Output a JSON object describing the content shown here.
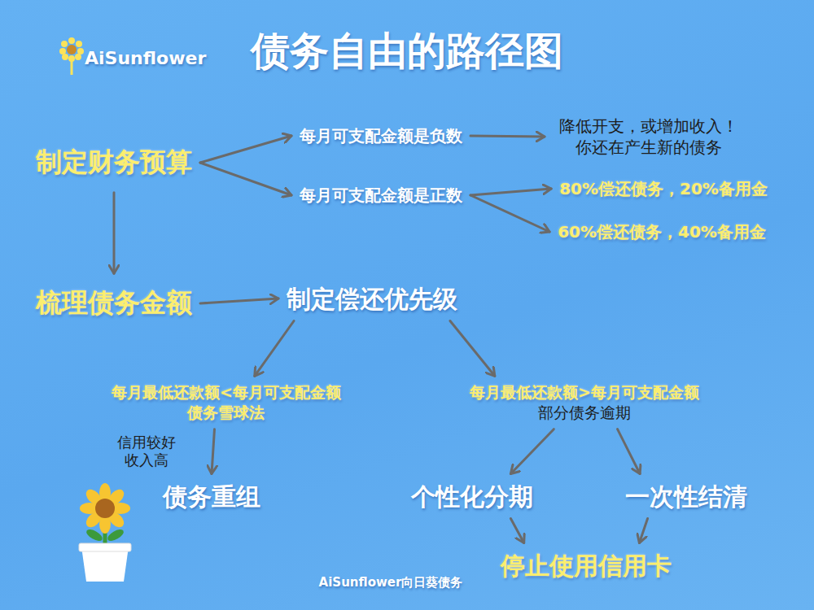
{
  "diagram": {
    "title": "债务自由的路径图",
    "nodes": [
      {
        "text": [
          "制定财务预算"
        ]
      },
      {
        "text": [
          "每月可支配金额是负数"
        ]
      },
      {
        "text": [
          "降低开支，或增加收入！ 你还在产生新的债务"
        ]
      },
      {
        "text": [
          "每月可支配金额是正数"
        ]
      },
      {
        "text": [
          "80%偿还债务，20%备用金"
        ]
      },
      {
        "text": [
          "60%偿还债务，40%备用金"
        ]
      },
      {
        "text": [
          "梳理债务金额"
        ]
      },
      {
        "text": [
          "制定偿还优先级"
        ]
      },
      {
        "text": [
          "每月最低还款额<每月可支配金额",
          "债务雪球法"
        ]
      },
      {
        "text": [
          "每月最低还款额>每月可支配金额",
          "部分债务逾期"
        ]
      },
      {
        "text": [
          "债务重组"
        ]
      },
      {
        "text": [
          "个性化分期"
        ]
      },
      {
        "text": [
          "一次性结清"
        ]
      },
      {
        "text": [
          "停止使用信用卡"
        ]
      }
    ],
    "edges": [
      {
        "from": 0,
        "to": 1,
        "arrow": "to"
      },
      {
        "from": 0,
        "to": 3,
        "arrow": "to"
      },
      {
        "from": 1,
        "to": 2,
        "arrow": "to"
      },
      {
        "from": 3,
        "to": 4,
        "arrow": "to"
      },
      {
        "from": 3,
        "to": 5,
        "arrow": "to"
      },
      {
        "from": 0,
        "to": 6,
        "arrow": "to"
      },
      {
        "from": 6,
        "to": 7,
        "arrow": "to"
      },
      {
        "from": 7,
        "to": 8,
        "arrow": "to"
      },
      {
        "from": 7,
        "to": 9,
        "arrow": "to"
      },
      {
        "from": 8,
        "to": 10,
        "label": "信用较好 收入高",
        "arrow": "to"
      },
      {
        "from": 9,
        "to": 11,
        "arrow": "to"
      },
      {
        "from": 9,
        "to": 12,
        "arrow": "to"
      },
      {
        "from": 11,
        "to": 13,
        "arrow": "to"
      },
      {
        "from": 12,
        "to": 13,
        "arrow": "to"
      }
    ],
    "labels": [
      "AiSunflower",
      "AiSunflower向日葵债务"
    ]
  }
}
